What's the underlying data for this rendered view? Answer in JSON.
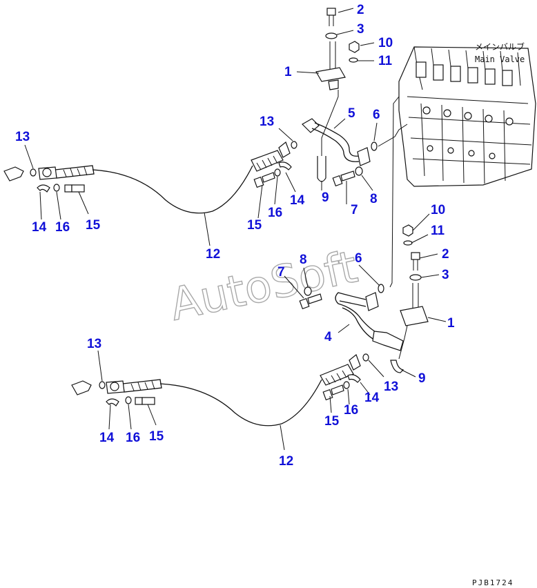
{
  "diagram": {
    "callouts": [
      "1",
      "2",
      "3",
      "4",
      "5",
      "6",
      "7",
      "8",
      "9",
      "10",
      "11",
      "12",
      "13",
      "14",
      "15",
      "16"
    ],
    "main_valve_jp": "メインバルブ",
    "main_valve_en": "Main Valve",
    "drawing_code": "PJB1724",
    "watermark": "AutoSoft"
  },
  "colors": {
    "callout": "#1010d8",
    "line": "#111111",
    "watermark": "#9a9a9a"
  }
}
